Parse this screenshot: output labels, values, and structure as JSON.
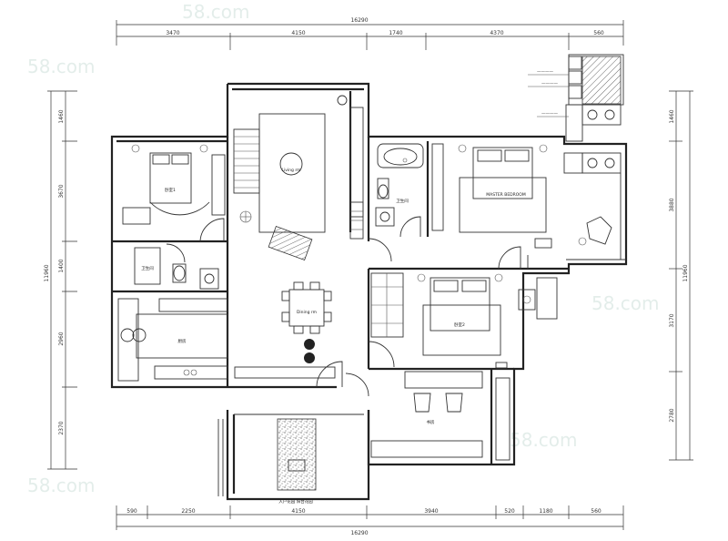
{
  "dimensions": {
    "top_total": "16290",
    "top": [
      "3470",
      "4150",
      "1740",
      "4370",
      "560"
    ],
    "bottom_total": "16290",
    "bottom": [
      "590",
      "2250",
      "4150",
      "3940",
      "520",
      "1180",
      "560"
    ],
    "left": [
      "1460",
      "3670",
      "1400",
      "2960",
      "2370"
    ],
    "left_total": "11960",
    "right": [
      "1460",
      "3880",
      "11960",
      "3170",
      "2780"
    ]
  },
  "rooms": {
    "living": "Living rm",
    "dining": "Dining rm",
    "bedroom_nw": "卧室1",
    "master_bedroom": "MASTER BEDROOM",
    "bedroom_mid": "卧室2",
    "study": "书房",
    "kitchen": "厨房",
    "toilet_1": "卫生间",
    "toilet_2": "卫生间"
  },
  "annotations": {
    "bottom_caption": "入户花园 阳台花园",
    "legend_lines": [
      "————",
      "————",
      "————"
    ]
  },
  "watermark": "58.com"
}
